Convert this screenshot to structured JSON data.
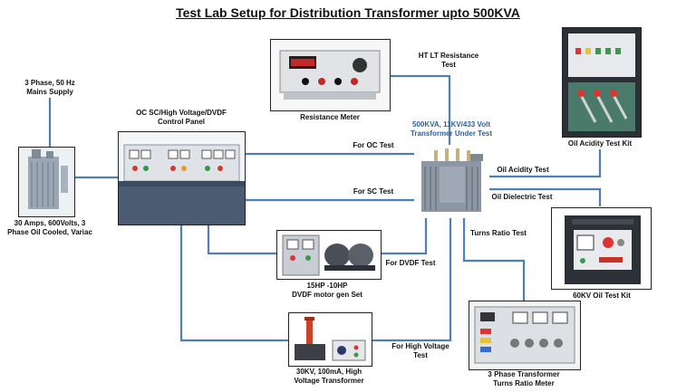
{
  "title": "Test Lab Setup for Distribution Transformer upto 500KVA",
  "colors": {
    "wire": "#4f7fb4",
    "panel": "#4a5b72",
    "text_blue": "#2f5f9a"
  },
  "nodes": {
    "mains": "3 Phase, 50 Hz\nMains Supply",
    "variac": "30 Amps, 600Volts, 3\nPhase Oil Cooled, Variac",
    "control_panel": "OC SC/High Voltage/DVDF\nControl Panel",
    "resistance_meter": "Resistance Meter",
    "transformer": "500KVA, 11KV/433 Volt\nTransformer Under Test",
    "oil_acidity_kit": "Oil Acidity Test Kit",
    "oil_test_kit": "60KV Oil Test Kit",
    "motor_gen": "15HP -10HP\nDVDF motor gen Set",
    "hv_transformer": "30KV, 100mA, High\nVoltage Transformer",
    "turns_ratio_meter": "3 Phase Transformer\nTurns Ratio Meter"
  },
  "connections": {
    "ht_lt": "HT LT Resistance\nTest",
    "oc": "For OC Test",
    "sc": "For SC Test",
    "dvdf": "For DVDF Test",
    "high_voltage": "For High Voltage\nTest",
    "oil_acidity": "Oil Acidity Test",
    "oil_dielectric": "Oil Dielectric Test",
    "turns_ratio": "Turns Ratio Test"
  }
}
